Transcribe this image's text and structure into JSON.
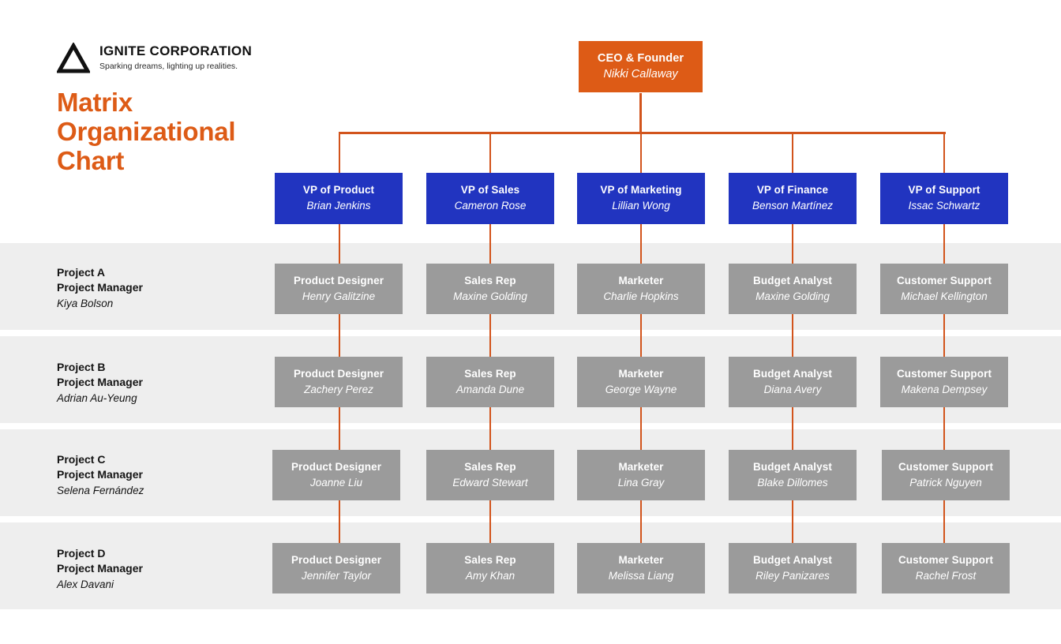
{
  "brand": {
    "name": "IGNITE CORPORATION",
    "tagline": "Sparking dreams, lighting up realities.",
    "logo_icon": "triangle-outline-icon"
  },
  "page_title": "Matrix Organizational Chart",
  "colors": {
    "accent_orange": "#dd5b16",
    "connector_orange": "#d2541c",
    "vp_blue": "#2134c0",
    "staff_gray": "#9b9b9b",
    "row_stripe": "#eeeeee",
    "background": "#ffffff",
    "title_text": "#dd5b16"
  },
  "chart_data": {
    "type": "diagram",
    "title": "Matrix Organizational Chart",
    "executive": {
      "role": "CEO & Founder",
      "person": "Nikki Callaway"
    },
    "columns": [
      {
        "role": "VP of Product",
        "person": "Brian Jenkins"
      },
      {
        "role": "VP of Sales",
        "person": "Cameron Rose"
      },
      {
        "role": "VP of Marketing",
        "person": "Lillian Wong"
      },
      {
        "role": "VP of Finance",
        "person": "Benson Martínez"
      },
      {
        "role": "VP of Support",
        "person": "Issac Schwartz"
      }
    ],
    "rows": [
      {
        "project": "Project A",
        "manager_role": "Project Manager",
        "manager": "Kiya Bolson",
        "cells": [
          {
            "role": "Product Designer",
            "person": "Henry Galitzine"
          },
          {
            "role": "Sales Rep",
            "person": "Maxine Golding"
          },
          {
            "role": "Marketer",
            "person": "Charlie Hopkins"
          },
          {
            "role": "Budget Analyst",
            "person": "Maxine Golding"
          },
          {
            "role": "Customer Support",
            "person": "Michael Kellington"
          }
        ]
      },
      {
        "project": "Project B",
        "manager_role": "Project Manager",
        "manager": "Adrian Au-Yeung",
        "cells": [
          {
            "role": "Product Designer",
            "person": "Zachery Perez"
          },
          {
            "role": "Sales Rep",
            "person": "Amanda Dune"
          },
          {
            "role": "Marketer",
            "person": "George Wayne"
          },
          {
            "role": "Budget Analyst",
            "person": "Diana Avery"
          },
          {
            "role": "Customer Support",
            "person": "Makena Dempsey"
          }
        ]
      },
      {
        "project": "Project C",
        "manager_role": "Project Manager",
        "manager": "Selena Fernández",
        "cells": [
          {
            "role": "Product Designer",
            "person": "Joanne Liu"
          },
          {
            "role": "Sales Rep",
            "person": "Edward Stewart"
          },
          {
            "role": "Marketer",
            "person": "Lina Gray"
          },
          {
            "role": "Budget Analyst",
            "person": "Blake Dillomes"
          },
          {
            "role": "Customer Support",
            "person": "Patrick Nguyen"
          }
        ]
      },
      {
        "project": "Project D",
        "manager_role": "Project Manager",
        "manager": "Alex Davani",
        "cells": [
          {
            "role": "Product Designer",
            "person": "Jennifer Taylor"
          },
          {
            "role": "Sales Rep",
            "person": "Amy Khan"
          },
          {
            "role": "Marketer",
            "person": "Melissa Liang"
          },
          {
            "role": "Budget Analyst",
            "person": "Riley Panizares"
          },
          {
            "role": "Customer Support",
            "person": "Rachel Frost"
          }
        ]
      }
    ]
  }
}
